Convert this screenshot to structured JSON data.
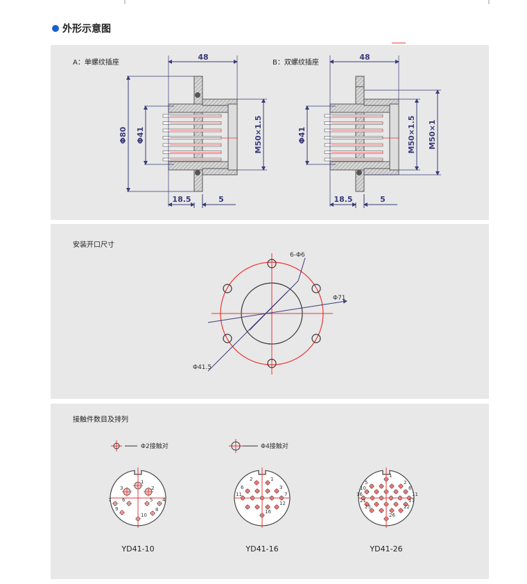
{
  "header": {
    "title": "外形示意图",
    "accent": "#1a5fd0"
  },
  "panel_outline": {
    "a_label": "A：单螺纹插座",
    "b_label": "B：双螺纹插座",
    "dims": {
      "length": "48",
      "phi80": "Φ80",
      "phi41": "Φ41",
      "thread_a": "M50×1.5",
      "thread_b1": "M50×1.5",
      "thread_b2": "M50×1",
      "d18": "18.5",
      "d5": "5"
    }
  },
  "panel_mount": {
    "title": "安装开口尺寸",
    "holes": "6-Φ6",
    "outer": "Φ71",
    "inner": "Φ41.5"
  },
  "panel_contacts": {
    "title": "接触件数目及排列",
    "legend": [
      {
        "label": "Φ2接触对"
      },
      {
        "label": "Φ4接触对"
      }
    ],
    "connectors": [
      {
        "name": "YD41-10",
        "labels": [
          "1",
          "2",
          "3",
          "4",
          "5",
          "6",
          "7",
          "8",
          "9",
          "10"
        ]
      },
      {
        "name": "YD41-16",
        "labels": [
          "1",
          "2",
          "3",
          "6",
          "7",
          "11",
          "12",
          "16"
        ]
      },
      {
        "name": "YD41-26",
        "labels": [
          "1",
          "2",
          "5",
          "6",
          "10",
          "11",
          "16",
          "17",
          "21",
          "22",
          "25",
          "26"
        ]
      }
    ]
  }
}
